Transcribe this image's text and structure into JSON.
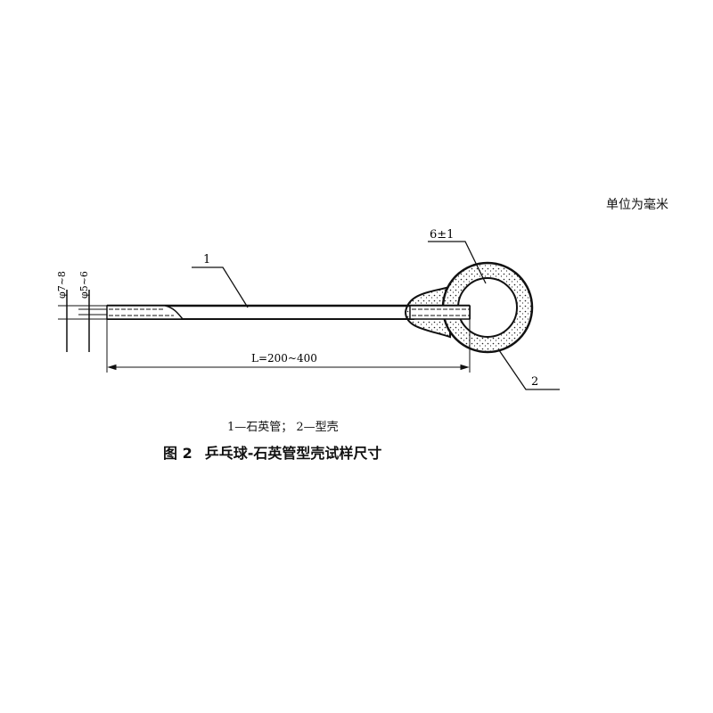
{
  "unit_note": "单位为毫米",
  "labels": {
    "part1": "1",
    "part2": "2",
    "ring_dim": "6±1",
    "outer_dia": "φ7~8",
    "inner_dia": "φ5~6",
    "length": "L=200~400"
  },
  "legend": "1—石英管；  2—型壳",
  "figure": {
    "number": "图 2",
    "caption": "乒乓球-石英管型壳试样尺寸"
  }
}
